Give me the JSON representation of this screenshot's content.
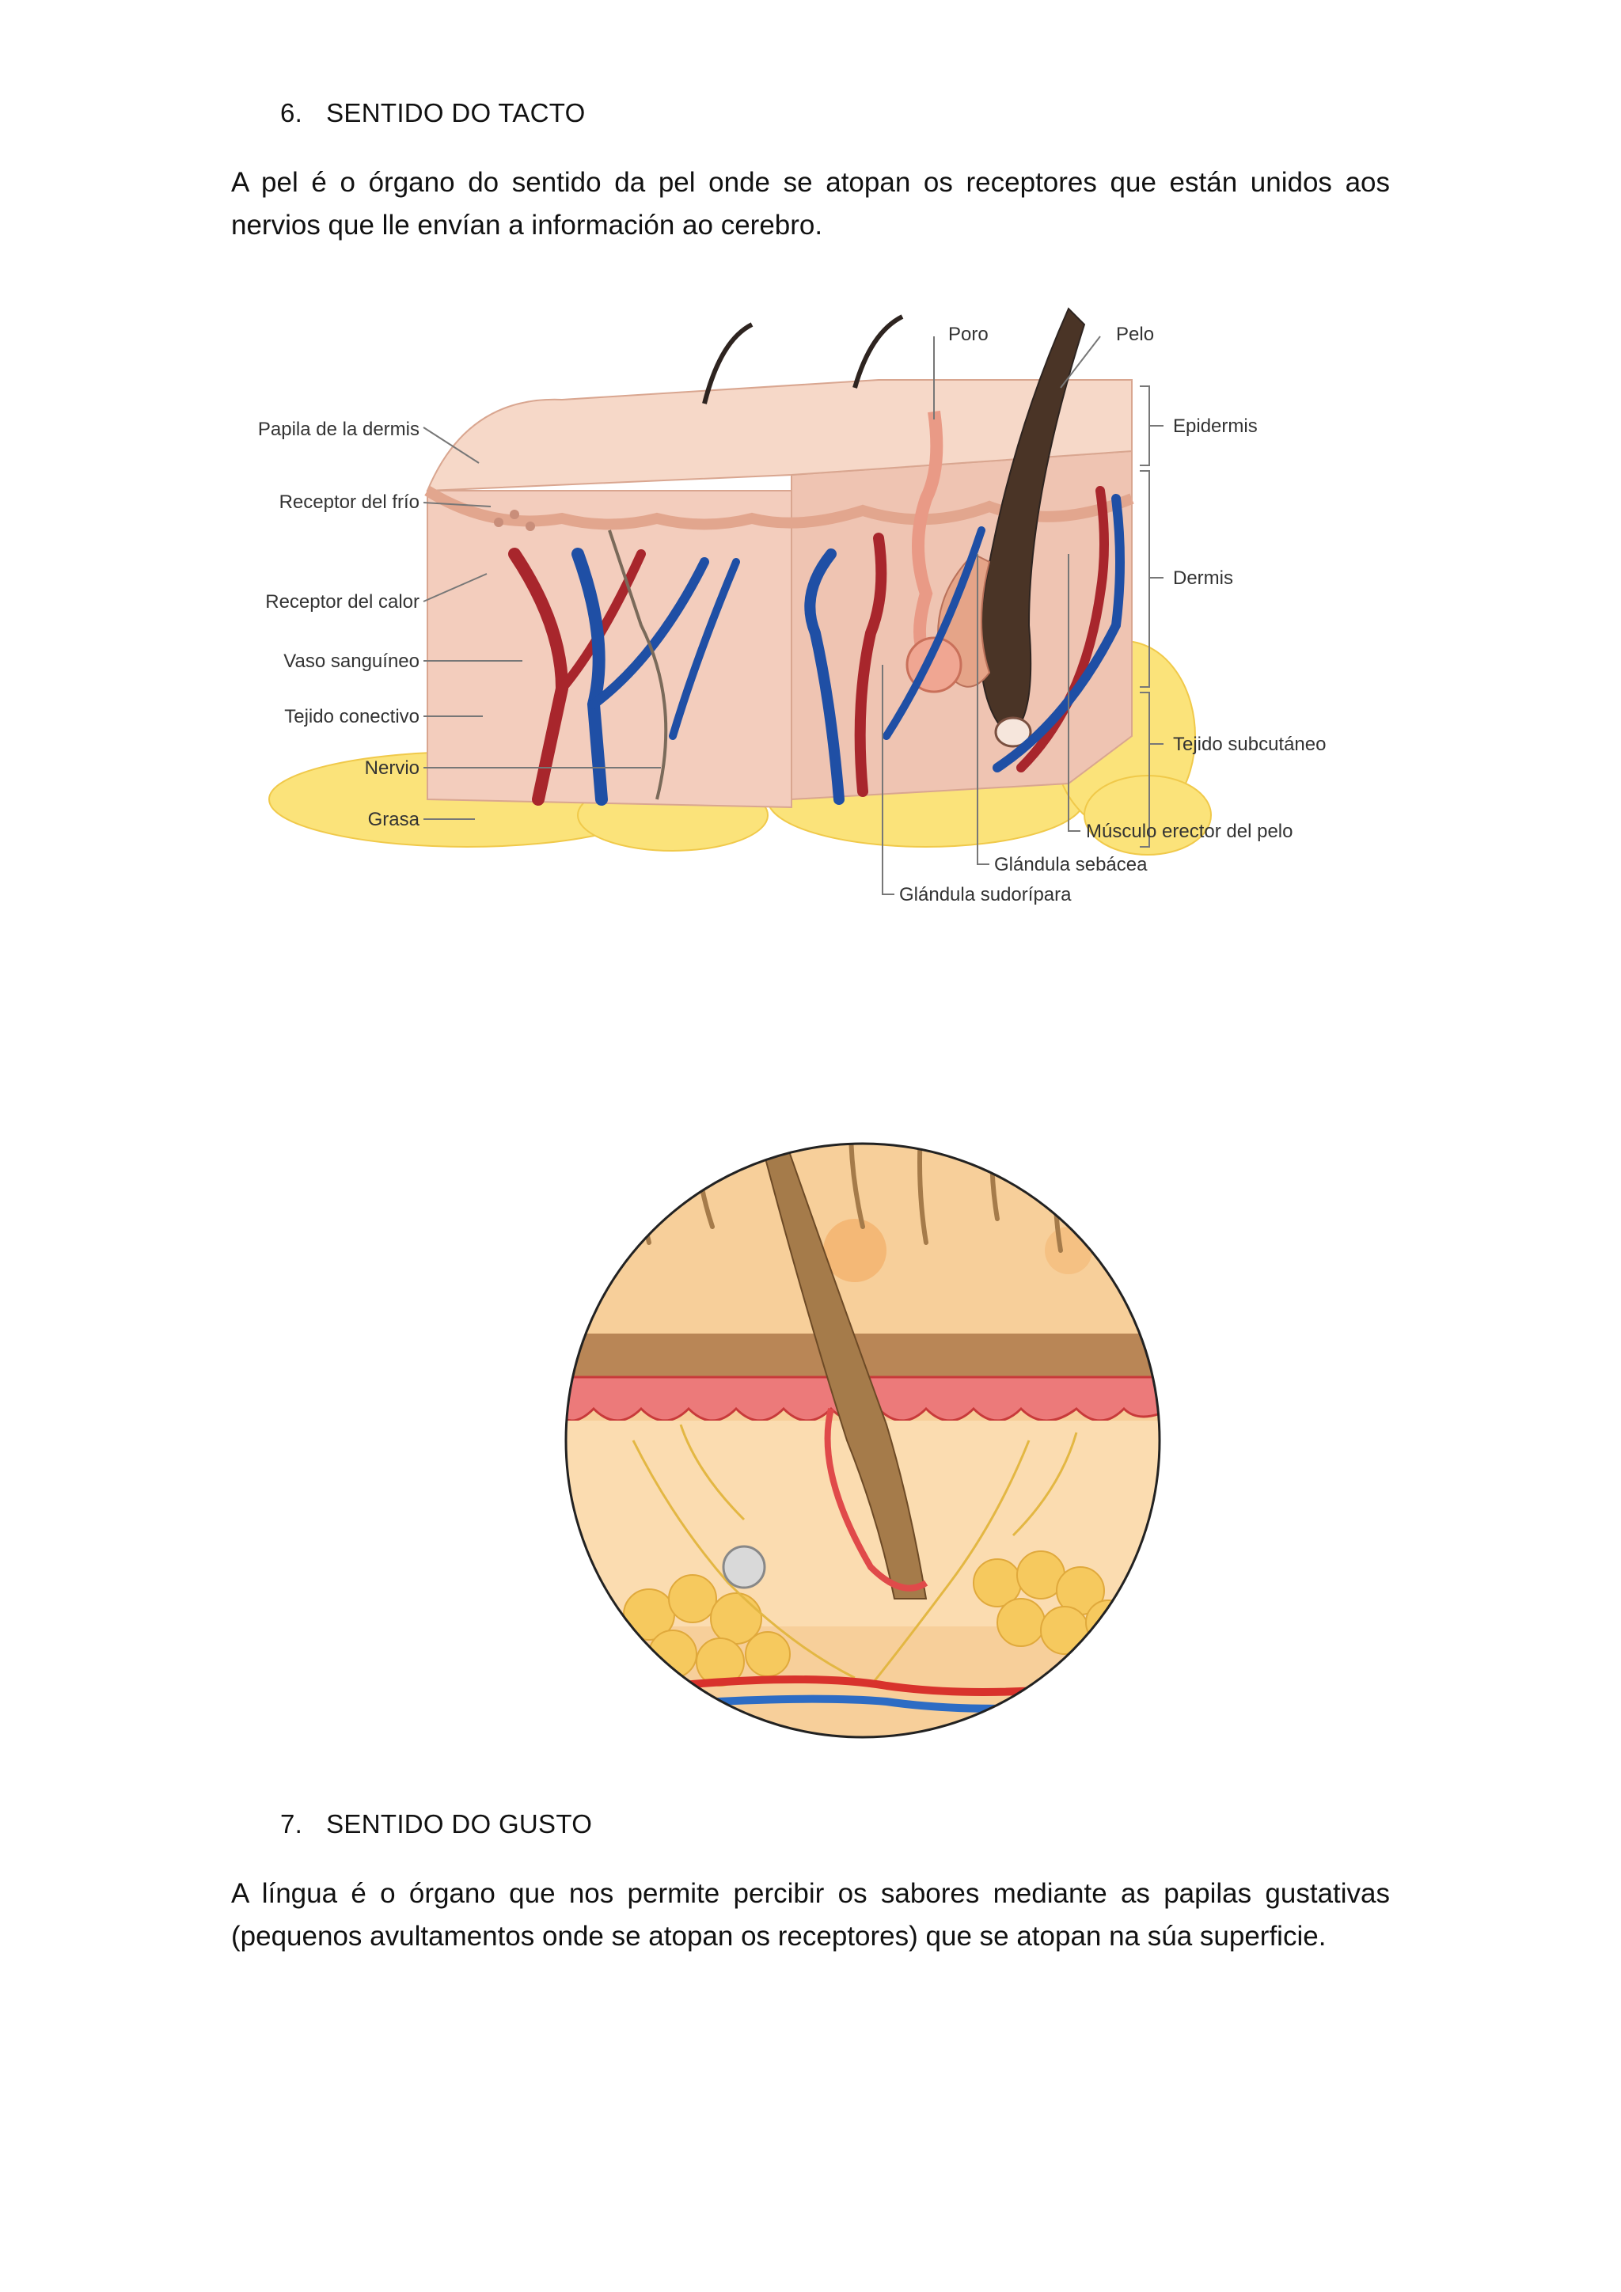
{
  "sections": [
    {
      "number": "6.",
      "title": "SENTIDO DO TACTO",
      "paragraph": "A pel é o órgano  do sentido da pel onde se atopan os receptores  que están unidos aos nervios que lle envían a información ao cerebro."
    },
    {
      "number": "7.",
      "title": "SENTIDO DO GUSTO",
      "paragraph": "A língua é o órgano que nos permite percibir os sabores mediante as papilas gustativas (pequenos avultamentos onde se atopan os receptores)  que se atopan na súa  superficie."
    }
  ],
  "skin_diagram": {
    "labels_left": [
      "Papila de la dermis",
      "Receptor del frío",
      "Receptor del calor",
      "Vaso sanguíneo",
      "Tejido conectivo",
      "Nervio",
      "Grasa"
    ],
    "labels_top": [
      "Poro",
      "Pelo"
    ],
    "labels_right": [
      "Epidermis",
      "Dermis",
      "Tejido subcutáneo"
    ],
    "labels_bottom": [
      "Músculo erector del pelo",
      "Glándula sebácea",
      "Glándula sudorípara"
    ]
  },
  "colors": {
    "skin_light": "#f6d8c8",
    "skin_dermis": "#efc4b2",
    "artery_red": "#a8262c",
    "vein_blue": "#1f4fa5",
    "fat_yellow": "#fbe37a",
    "hair_brown": "#4a3426",
    "circle_bg": "#f7cf9a"
  }
}
